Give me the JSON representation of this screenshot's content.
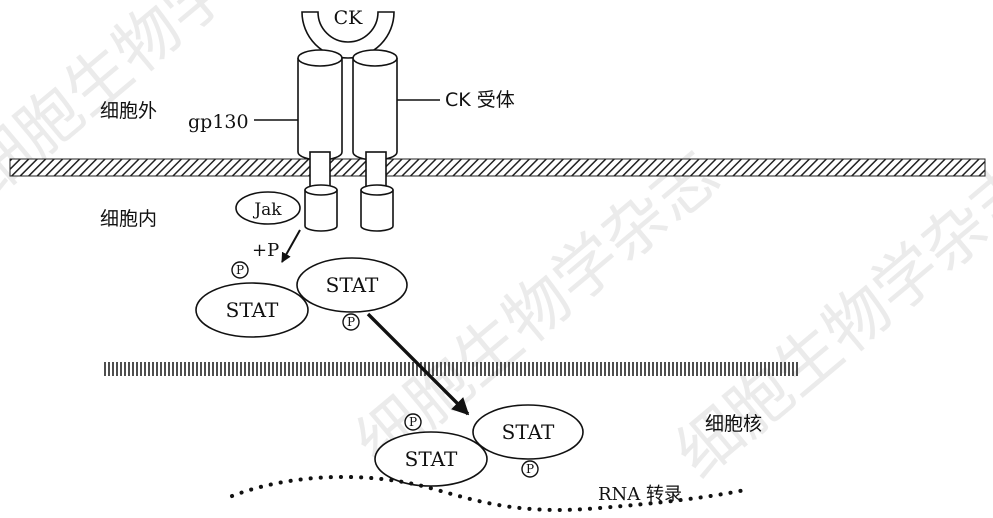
{
  "watermark": [
    "细胞生物学杂志",
    "细胞生物学杂志",
    "细胞生物学杂志"
  ],
  "labels": {
    "ck": "CK",
    "ck_receptor": "CK 受体",
    "gp130": "gp130",
    "extracellular": "细胞外",
    "intracellular": "细胞内",
    "nucleus": "细胞核",
    "jak": "Jak",
    "phosphorylation": "+P",
    "stat": "STAT",
    "p": "P",
    "rna_transcription": "RNA 转录"
  },
  "colors": {
    "line": "#111111",
    "watermark": "#ebebeb",
    "background": "#ffffff"
  }
}
